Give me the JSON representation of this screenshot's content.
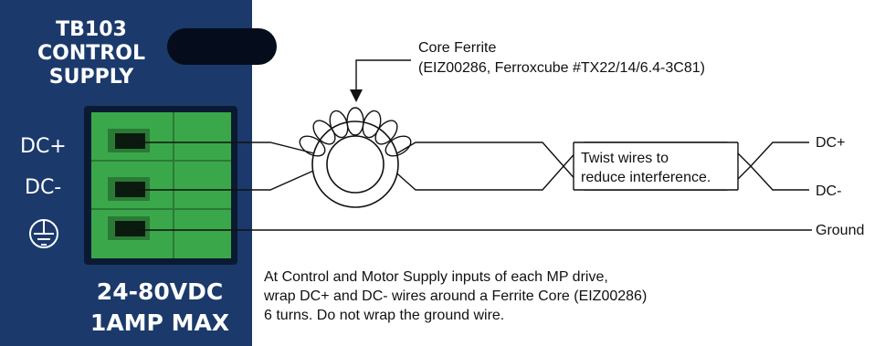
{
  "panel": {
    "title_lines": [
      "TB103",
      "CONTROL",
      "SUPPLY"
    ],
    "terminals": [
      "DC+",
      "DC-"
    ],
    "ground_icon": "earth-ground-icon",
    "rating_lines": [
      "24-80VDC",
      "1AMP MAX"
    ],
    "connector_color": "#3aa84a",
    "panel_color": "#1b3a6b"
  },
  "ferrite": {
    "name": "Core Ferrite",
    "part": "(EIZ00286, Ferroxcube #TX22/14/6.4-3C81)"
  },
  "twist": {
    "lines": [
      "Twist wires to",
      "reduce interference."
    ]
  },
  "outputs": [
    "DC+",
    "DC-",
    "Ground"
  ],
  "note": {
    "lines": [
      "At Control and Motor Supply inputs of each MP drive,",
      "wrap  DC+ and DC- wires around a Ferrite Core (EIZ00286)",
      "6 turns. Do not wrap the ground wire."
    ]
  }
}
